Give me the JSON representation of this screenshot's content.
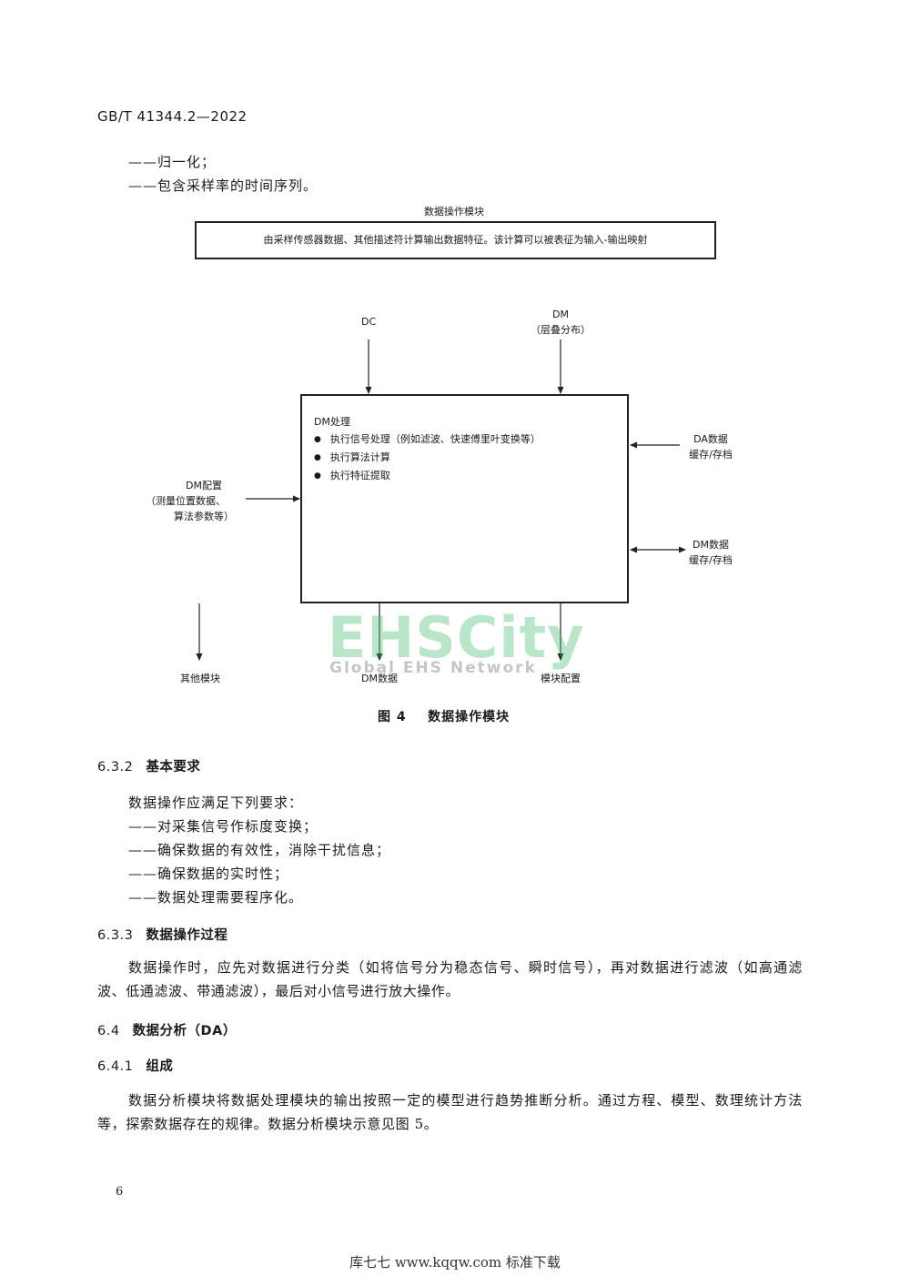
{
  "header": {
    "standard_code": "GB/T 41344.2—2022"
  },
  "intro_list": [
    "——归一化；",
    "——包含采样率的时间序列。"
  ],
  "figure": {
    "top_title": "数据操作模块",
    "top_box_text": "由采样传感器数据、其他描述符计算输出数据特征。该计算可以被表征为输入-输出映射",
    "dc_label": "DC",
    "dm_label": "DM",
    "dm_sub": "（层叠分布）",
    "box_title": "DM处理",
    "box_bullets": [
      "执行信号处理（例如滤波、快速傅里叶变换等）",
      "执行算法计算",
      "执行特征提取"
    ],
    "da_cache": [
      "DA数据",
      "缓存/存档"
    ],
    "dm_cache": [
      "DM数据",
      "缓存/存档"
    ],
    "dm_config": [
      "DM配置",
      "（测量位置数据、",
      "算法参数等）"
    ],
    "out_other": "其他模块",
    "out_dm_data": "DM数据",
    "out_module_config": "模块配置",
    "caption": "图 4    数据操作模块"
  },
  "watermark": {
    "main": "EHSCity",
    "sub": "Global EHS Network"
  },
  "section_632": {
    "number": "6.3.2",
    "title": "基本要求",
    "lead": "数据操作应满足下列要求：",
    "items": [
      "——对采集信号作标度变换；",
      "——确保数据的有效性，消除干扰信息；",
      "——确保数据的实时性；",
      "——数据处理需要程序化。"
    ]
  },
  "section_633": {
    "number": "6.3.3",
    "title": "数据操作过程",
    "para": "数据操作时，应先对数据进行分类（如将信号分为稳态信号、瞬时信号），再对数据进行滤波（如高通滤波、低通滤波、带通滤波），最后对小信号进行放大操作。"
  },
  "section_64": {
    "number": "6.4",
    "title": "数据分析（DA）"
  },
  "section_641": {
    "number": "6.4.1",
    "title": "组成",
    "para": "数据分析模块将数据处理模块的输出按照一定的模型进行趋势推断分析。通过方程、模型、数理统计方法等，探索数据存在的规律。数据分析模块示意见图 5。"
  },
  "page_number": "6",
  "footer": "库七七 www.kqqw.com 标准下载"
}
